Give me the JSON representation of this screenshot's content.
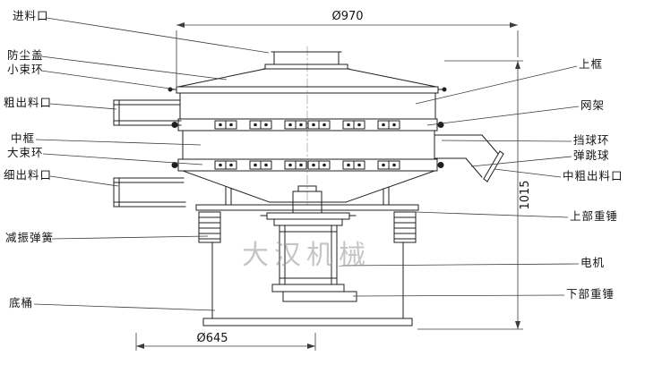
{
  "diagram": {
    "watermark": "大汉机械",
    "dimensions": {
      "top_diameter": "Ø970",
      "bottom_diameter": "Ø645",
      "height": "1015"
    },
    "labels_left": [
      "进料口",
      "防尘盖",
      "小束环",
      "粗出料口",
      "中框",
      "大束环",
      "细出料口",
      "减振弹簧",
      "底桶"
    ],
    "labels_right": [
      "上框",
      "网架",
      "挡球环",
      "弹跳球",
      "中粗出料口",
      "上部重锤",
      "电机",
      "下部重锤"
    ],
    "line_color": "#1f1f1f"
  }
}
